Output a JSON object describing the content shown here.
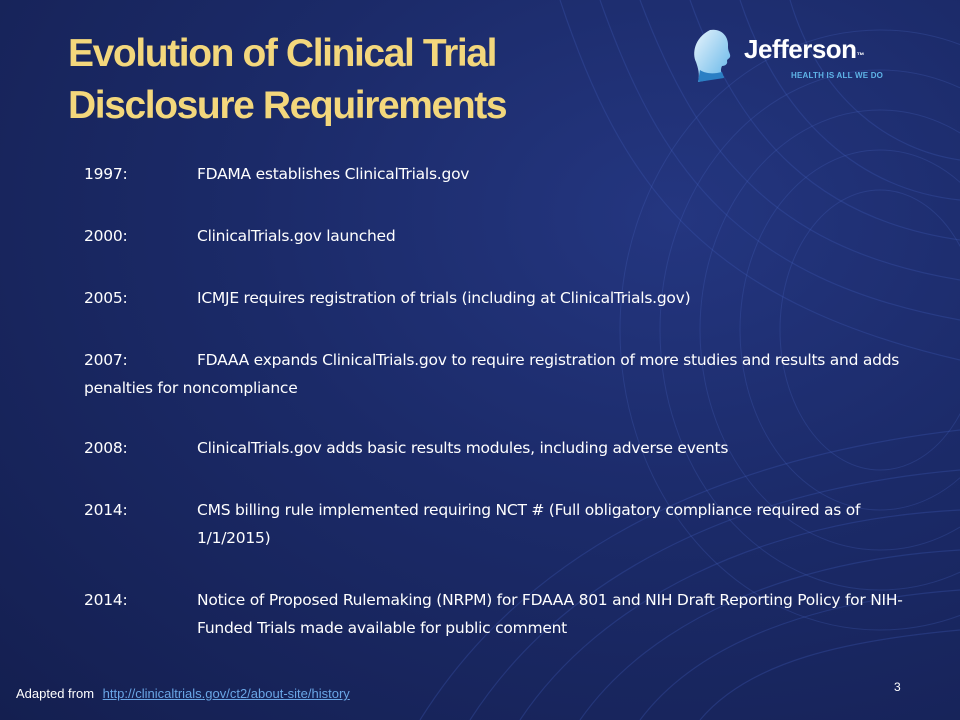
{
  "slide": {
    "title_line1": "Evolution of Clinical Trial",
    "title_line2": "Disclosure Requirements",
    "logo": {
      "name": "Jefferson",
      "trademark": "™",
      "tagline": "HEALTH IS ALL WE DO",
      "icon": "jefferson-head-icon"
    },
    "entries": [
      {
        "year": "1997:",
        "text": "FDAMA establishes ClinicalTrials.gov"
      },
      {
        "year": "2000:",
        "text": "ClinicalTrials.gov launched"
      },
      {
        "year": "2005:",
        "text": "ICMJE requires registration of trials (including at ClinicalTrials.gov)"
      },
      {
        "year": "2007:",
        "text": "FDAAA expands ClinicalTrials.gov to require registration of more studies and results and adds penalties for noncompliance"
      },
      {
        "year": "2008:",
        "text": "ClinicalTrials.gov adds basic results modules, including adverse events"
      },
      {
        "year": "2014:",
        "text": "CMS billing rule implemented requiring NCT # (Full obligatory compliance required as of 1/1/2015)"
      },
      {
        "year": "2014:",
        "text": "Notice of Proposed Rulemaking (NRPM) for FDAAA 801 and NIH Draft Reporting Policy for NIH-Funded Trials made available for public comment"
      }
    ],
    "footer": {
      "prefix": "Adapted from",
      "link": "http://clinicaltrials.gov/ct2/about-site/history"
    },
    "page_number": "3"
  },
  "colors": {
    "background": "#1b2a68",
    "title": "#f3d77c",
    "body_text": "#ffffff",
    "link": "#6aa6e6",
    "tagline": "#5fb4e8"
  }
}
